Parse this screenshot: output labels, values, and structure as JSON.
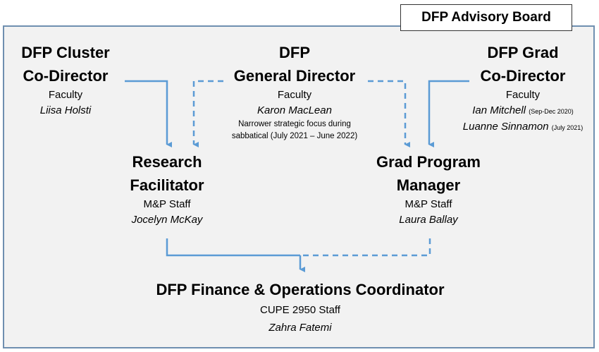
{
  "board": {
    "label": "DFP Advisory Board"
  },
  "nodes": {
    "cluster": {
      "title_line1": "DFP Cluster",
      "title_line2": "Co-Director",
      "role": "Faculty",
      "name": "Liisa Holsti"
    },
    "general": {
      "title_line1": "DFP",
      "title_line2": "General Director",
      "role": "Faculty",
      "name": "Karon MacLean",
      "note_line1": "Narrower strategic focus during",
      "note_line2": "sabbatical (July 2021 – June 2022)"
    },
    "grad": {
      "title_line1": "DFP Grad",
      "title_line2": "Co-Director",
      "role": "Faculty",
      "name1": "Ian Mitchell",
      "name1_note": "(Sep-Dec 2020)",
      "name2": "Luanne Sinnamon",
      "name2_note": "(July 2021)"
    },
    "research": {
      "title_line1": "Research",
      "title_line2": "Facilitator",
      "role": "M&P Staff",
      "name": "Jocelyn McKay"
    },
    "gradprog": {
      "title_line1": "Grad Program",
      "title_line2": "Manager",
      "role": "M&P Staff",
      "name": "Laura Ballay"
    },
    "finance": {
      "title": "DFP Finance & Operations Coordinator",
      "role": "CUPE 2950 Staff",
      "name": "Zahra Fatemi"
    }
  },
  "colors": {
    "connector": "#5b9bd5",
    "frame": "#6f8fb0",
    "panel": "#f2f2f2"
  }
}
